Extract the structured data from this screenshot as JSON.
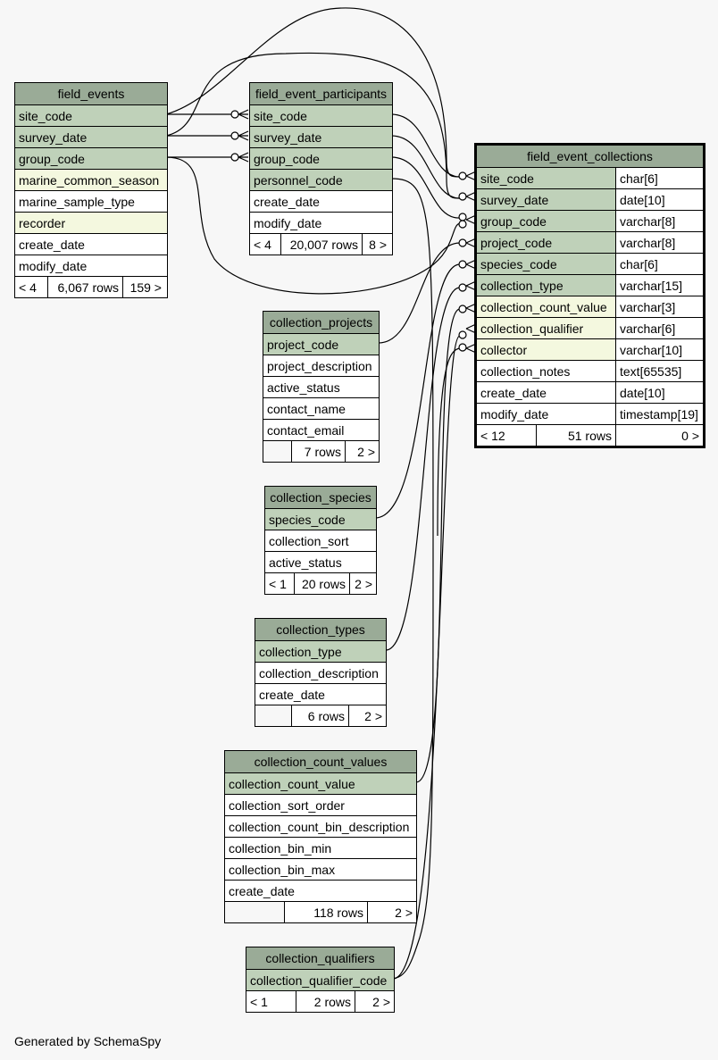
{
  "footer": "Generated by SchemaSpy",
  "tables": {
    "field_events": {
      "name": "field_events",
      "columns": [
        "site_code",
        "survey_date",
        "group_code",
        "marine_common_season",
        "marine_sample_type",
        "recorder",
        "create_date",
        "modify_date"
      ],
      "footer": [
        "< 4",
        "6,067 rows",
        "159 >"
      ]
    },
    "field_event_participants": {
      "name": "field_event_participants",
      "columns": [
        "site_code",
        "survey_date",
        "group_code",
        "personnel_code",
        "create_date",
        "modify_date"
      ],
      "footer": [
        "< 4",
        "20,007 rows",
        "8 >"
      ]
    },
    "field_event_collections": {
      "name": "field_event_collections",
      "columns": [
        "site_code",
        "survey_date",
        "group_code",
        "project_code",
        "species_code",
        "collection_type",
        "collection_count_value",
        "collection_qualifier",
        "collector",
        "collection_notes",
        "create_date",
        "modify_date"
      ],
      "types": [
        "char[6]",
        "date[10]",
        "varchar[8]",
        "varchar[8]",
        "char[6]",
        "varchar[15]",
        "varchar[3]",
        "varchar[6]",
        "varchar[10]",
        "text[65535]",
        "date[10]",
        "timestamp[19]"
      ],
      "footer": [
        "< 12",
        "51 rows",
        "0 >"
      ]
    },
    "collection_projects": {
      "name": "collection_projects",
      "columns": [
        "project_code",
        "project_description",
        "active_status",
        "contact_name",
        "contact_email"
      ],
      "footer": [
        "",
        "7 rows",
        "2 >"
      ]
    },
    "collection_species": {
      "name": "collection_species",
      "columns": [
        "species_code",
        "collection_sort",
        "active_status"
      ],
      "footer": [
        "< 1",
        "20 rows",
        "2 >"
      ]
    },
    "collection_types": {
      "name": "collection_types",
      "columns": [
        "collection_type",
        "collection_description",
        "create_date"
      ],
      "footer": [
        "",
        "6 rows",
        "2 >"
      ]
    },
    "collection_count_values": {
      "name": "collection_count_values",
      "columns": [
        "collection_count_value",
        "collection_sort_order",
        "collection_count_bin_description",
        "collection_bin_min",
        "collection_bin_max",
        "create_date"
      ],
      "footer": [
        "",
        "118 rows",
        "2 >"
      ]
    },
    "collection_qualifiers": {
      "name": "collection_qualifiers",
      "columns": [
        "collection_qualifier_code"
      ],
      "footer": [
        "< 1",
        "2 rows",
        "2 >"
      ]
    }
  }
}
